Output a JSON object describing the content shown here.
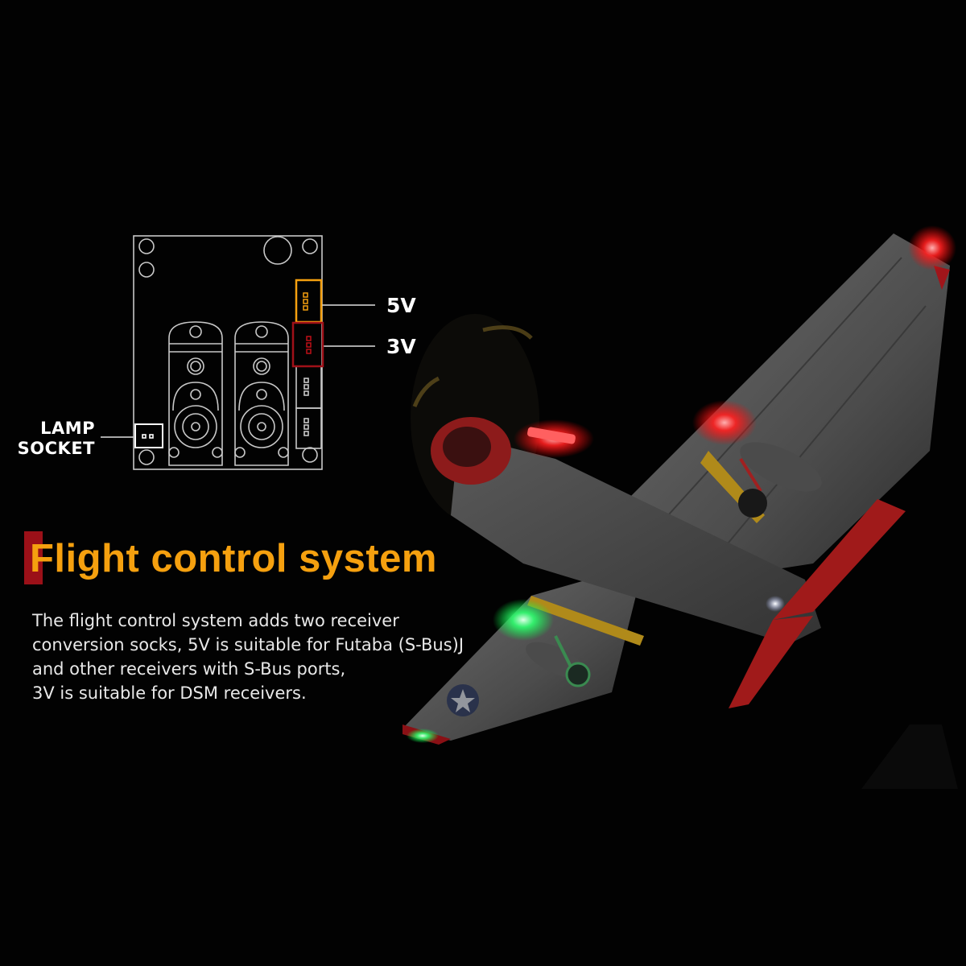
{
  "diagram": {
    "board_name": "flight-control-board",
    "ports": [
      {
        "id": "5v",
        "label": "5V",
        "color": "#f5a00f"
      },
      {
        "id": "3v",
        "label": "3V",
        "color": "#a01018"
      }
    ],
    "lamp_socket": {
      "line1": "LAMP",
      "line2": "SOCKET"
    }
  },
  "heading": {
    "title": "Flight control system",
    "accent_color": "#f5a00f",
    "bar_color": "#9b1018"
  },
  "description": {
    "lines": [
      "The flight control system adds two receiver",
      "conversion socks, 5V is suitable for Futaba (S-Bus)J",
      "and other receivers with S-Bus ports,",
      "3V is suitable for DSM receivers."
    ]
  },
  "product_image": {
    "subject": "RC warplane with red and green LED lights at night",
    "light_colors": {
      "red": "#ff2a2a",
      "green": "#3dff7a",
      "white": "#ffffff"
    }
  }
}
